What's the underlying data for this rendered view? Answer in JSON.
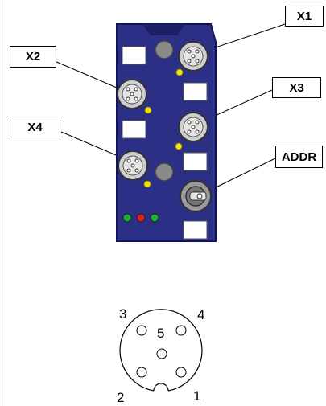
{
  "callouts": {
    "x1": "X1",
    "x2": "X2",
    "x3": "X3",
    "x4": "X4",
    "addr": "ADDR"
  },
  "pinout": {
    "pin1": "1",
    "pin2": "2",
    "pin3": "3",
    "pin4": "4",
    "pin5": "5"
  },
  "leds": {
    "colors": [
      "#1faa3a",
      "#d62020",
      "#1faa3a"
    ]
  },
  "colors": {
    "housing": "#2b2f86",
    "housing_edge": "#12145a",
    "connector": "#cfcfcf",
    "indicator": "#f2e600"
  }
}
